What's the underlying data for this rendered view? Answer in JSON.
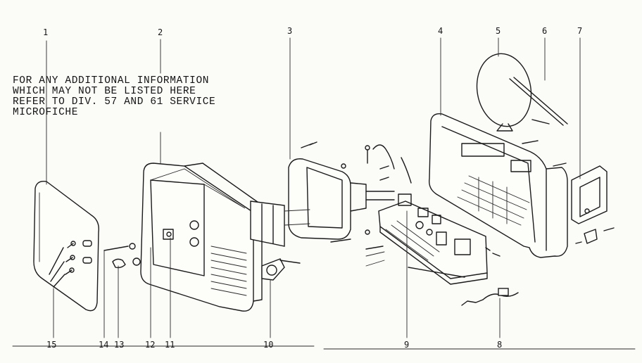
{
  "note": {
    "lines": [
      "FOR ANY ADDITIONAL INFORMATION",
      "WHICH MAY NOT BE LISTED HERE",
      "REFER TO DIV. 57 AND 61 SERVICE",
      "MICROFICHE"
    ]
  },
  "callouts": [
    {
      "label": "1"
    },
    {
      "label": "2"
    },
    {
      "label": "3"
    },
    {
      "label": "4"
    },
    {
      "label": "5"
    },
    {
      "label": "6"
    },
    {
      "label": "7"
    },
    {
      "label": "8"
    },
    {
      "label": "9"
    },
    {
      "label": "10"
    },
    {
      "label": "11"
    },
    {
      "label": "12"
    },
    {
      "label": "13"
    },
    {
      "label": "14"
    },
    {
      "label": "15"
    }
  ],
  "colors": {
    "ink": "#1b1b1b",
    "paper": "#fbfbf8"
  }
}
